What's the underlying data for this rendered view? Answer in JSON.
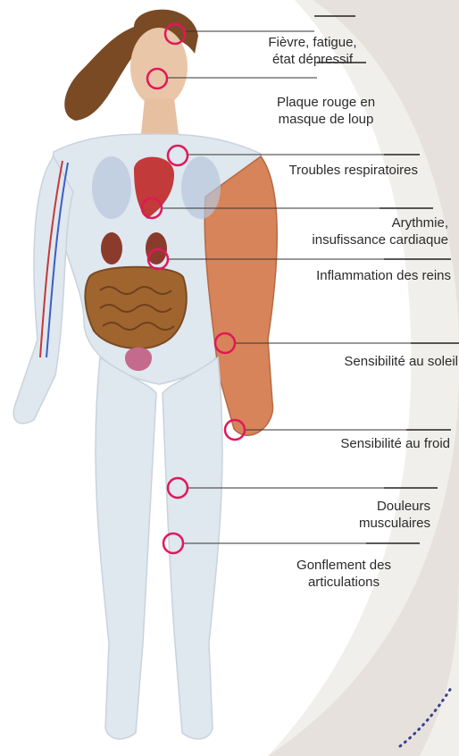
{
  "colors": {
    "marker": "#e0185a",
    "leader_line": "#333333",
    "background_arc": "#e6e1dc",
    "skin_translucent": "#dfe7ef",
    "organs": "#a0642e",
    "text": "#2b2b2b"
  },
  "labels": [
    {
      "id": "fievre",
      "lines": [
        "Fièvre, fatigue,",
        "état dépressif"
      ],
      "target": "head"
    },
    {
      "id": "plaque",
      "lines": [
        "Plaque rouge en",
        "masque de loup"
      ],
      "target": "cheek"
    },
    {
      "id": "respiratoire",
      "lines": [
        "Troubles respiratoires"
      ],
      "target": "shoulder-lung"
    },
    {
      "id": "arythmie",
      "lines": [
        "Arythmie,",
        "insufissance cardiaque"
      ],
      "target": "heart"
    },
    {
      "id": "reins",
      "lines": [
        "Inflammation des reins"
      ],
      "target": "kidney"
    },
    {
      "id": "soleil",
      "lines": [
        "Sensibilité au soleil"
      ],
      "target": "forearm"
    },
    {
      "id": "froid",
      "lines": [
        "Sensibilité au froid"
      ],
      "target": "hand"
    },
    {
      "id": "douleurs",
      "lines": [
        "Douleurs",
        "musculaires"
      ],
      "target": "thigh"
    },
    {
      "id": "gonflement",
      "lines": [
        "Gonflement des",
        "articulations"
      ],
      "target": "knee"
    }
  ]
}
